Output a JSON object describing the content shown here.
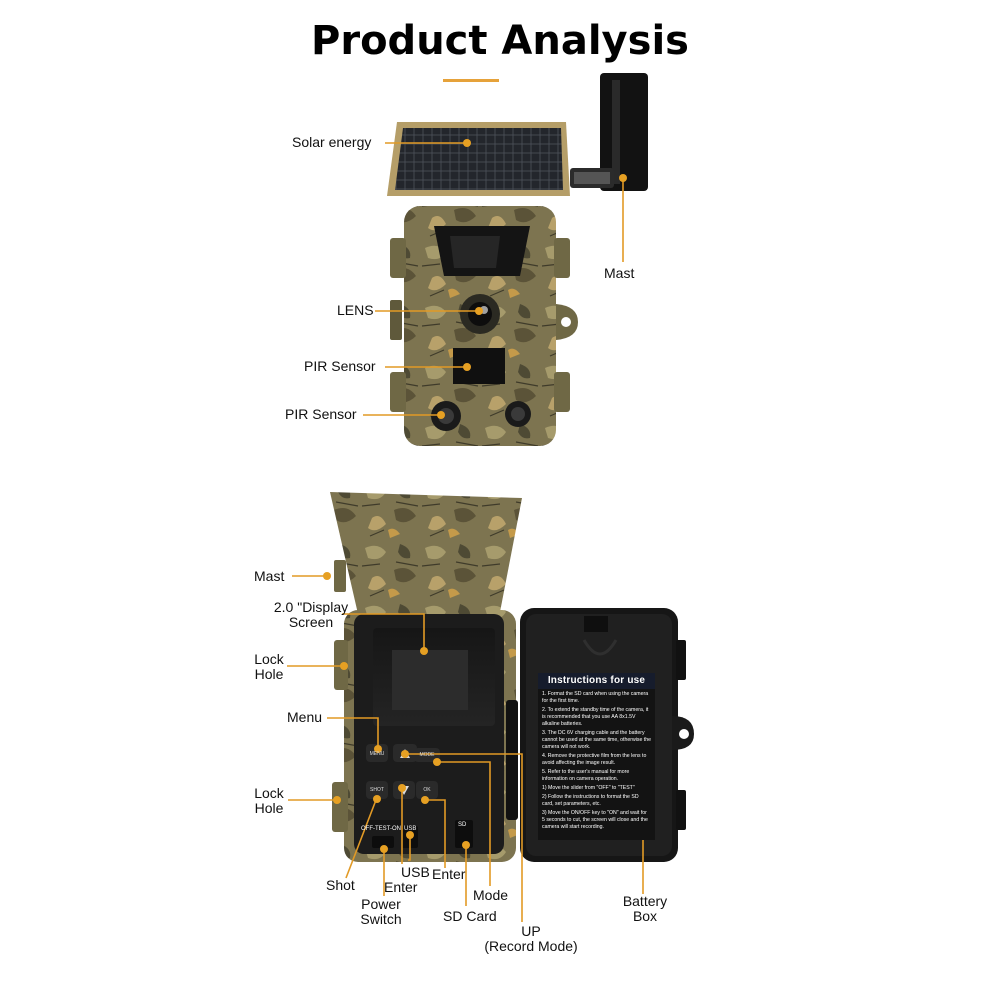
{
  "title": "Product Analysis",
  "colors": {
    "accent": "#e6a23a",
    "camo": "#7d7450",
    "body": "#1c1c1c"
  },
  "labels": {
    "solar_energy": "Solar energy",
    "mast_top": "Mast",
    "lens": "LENS",
    "pir_sensor_1": "PIR Sensor",
    "pir_sensor_2": "PIR Sensor",
    "mast_bottom": "Mast",
    "display_line1": "2.0 \"Display",
    "display_line2": "Screen",
    "lock_hole_1_line1": "Lock",
    "lock_hole_1_line2": "Hole",
    "menu": "Menu",
    "lock_hole_2_line1": "Lock",
    "lock_hole_2_line2": "Hole",
    "shot": "Shot",
    "power_line1": "Power",
    "power_line2": "Switch",
    "usb": "USB",
    "enter_1": "Enter",
    "enter_2": "Enter",
    "mode": "Mode",
    "sd_card": "SD Card",
    "up_line1": "UP",
    "up_line2": "(Record Mode)",
    "battery_line1": "Battery",
    "battery_line2": "Box"
  },
  "buttons": {
    "menu": "MENU",
    "mode": "MODE",
    "shot": "SHOT",
    "ok": "OK",
    "switch": "OFF-TEST-ON",
    "usb": "USB",
    "sd": "SD"
  },
  "instructions": {
    "title": "Instructions for use",
    "items": [
      "1. Format the SD card when using the camera for the first time.",
      "2. To extend the standby time of the camera, it is recommended that you use AA 8x1.5V alkaline batteries.",
      "3. The DC 6V charging cable and the battery cannot be used at the same time, otherwise the camera will not work.",
      "4. Remove the protective film from the lens to avoid affecting the image result.",
      "5. Refer to the user's manual for more information on camera operation.",
      "1) Move the slider from \"OFF\" to \"TEST\"",
      "2) Follow the instructions to format the SD card, set parameters, etc.",
      "3) Move the ON/OFF key to \"ON\" and wait for 5 seconds to cut, the screen will close and the camera will start recording."
    ]
  }
}
